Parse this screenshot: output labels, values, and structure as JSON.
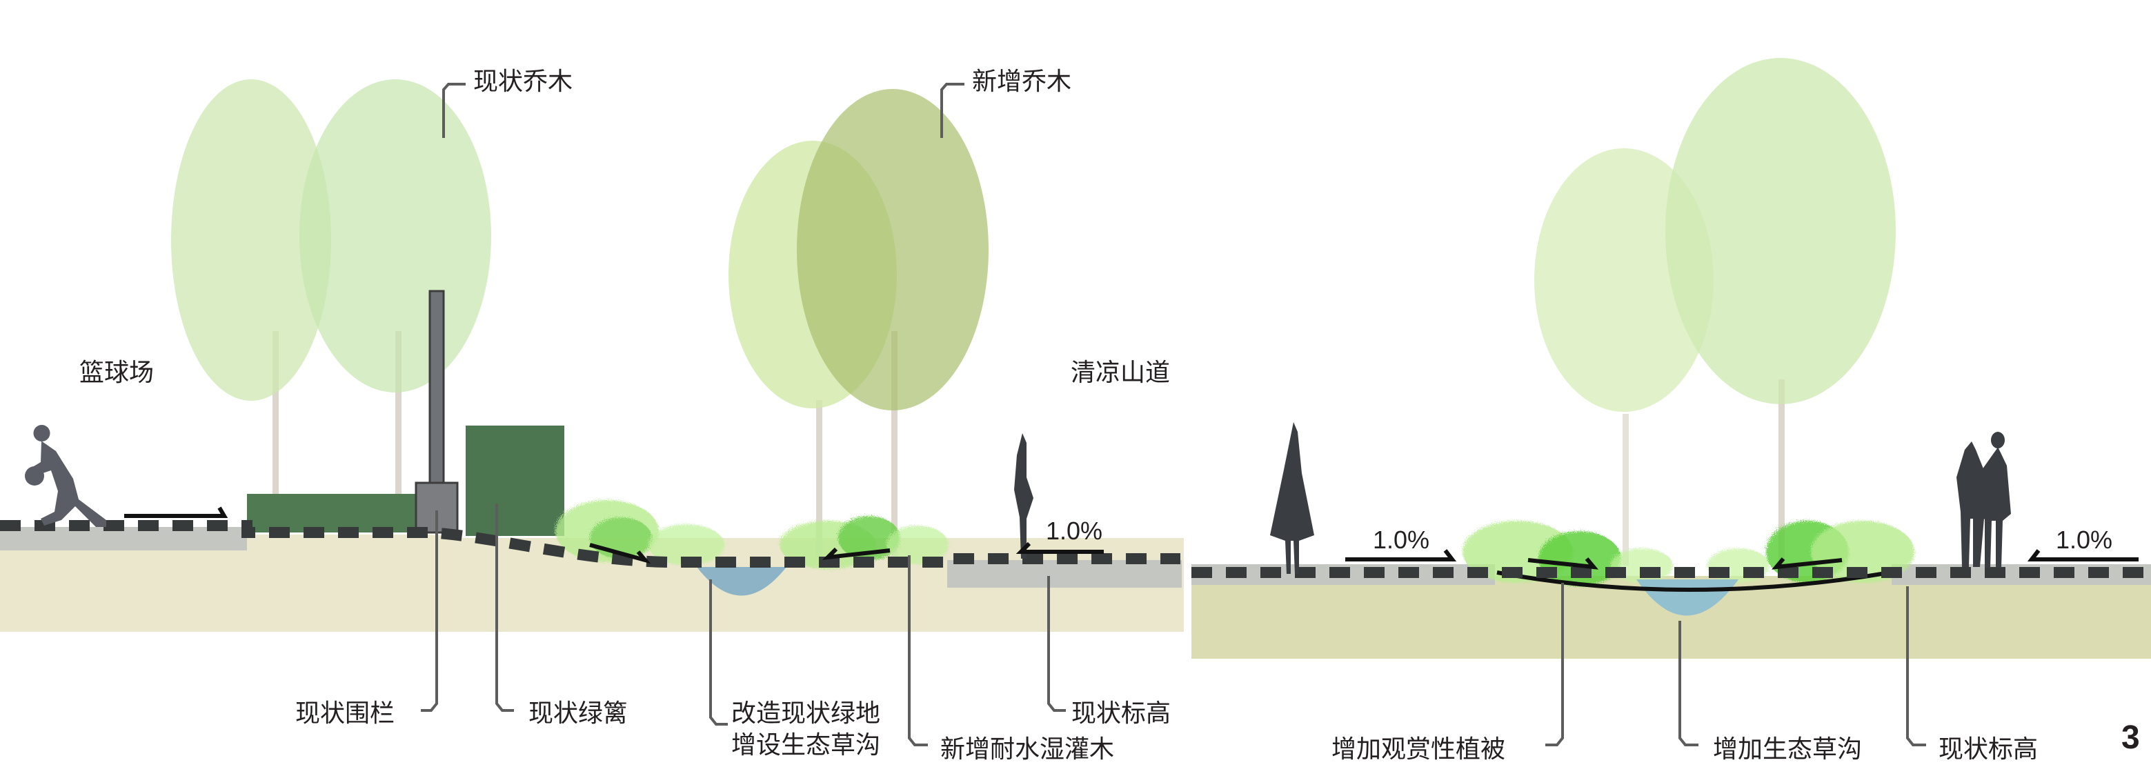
{
  "left_section": {
    "top_labels": {
      "existing_trees": "现状乔木",
      "new_trees": "新增乔木",
      "basketball_court": "篮球场",
      "qingliang_path": "清凉山道"
    },
    "slope": "1.0%",
    "bottom_labels": {
      "existing_fence": "现状围栏",
      "existing_hedge": "现状绿篱",
      "renovate_green_line1": "改造现状绿地",
      "renovate_green_line2": "增设生态草沟",
      "new_wet_shrubs": "新增耐水湿灌木",
      "existing_elevation": "现状标高"
    }
  },
  "right_section": {
    "slope_left": "1.0%",
    "slope_right": "1.0%",
    "bottom_labels": {
      "ornamental_vegetation": "增加观赏性植被",
      "eco_swale": "增加生态草沟",
      "existing_elevation": "现状标高"
    }
  },
  "page_number": "3",
  "colors": {
    "soil": "#e9e6c9",
    "soil_right": "#d9dbb0",
    "pavement": "#c3c6c1",
    "hedge": "#4f7a52",
    "tree_light": "#cfe8b5",
    "tree_dark": "#a6bf72",
    "water": "#8db4c6",
    "shrub": "#6fd24f",
    "silhouette": "#3a3d42"
  }
}
